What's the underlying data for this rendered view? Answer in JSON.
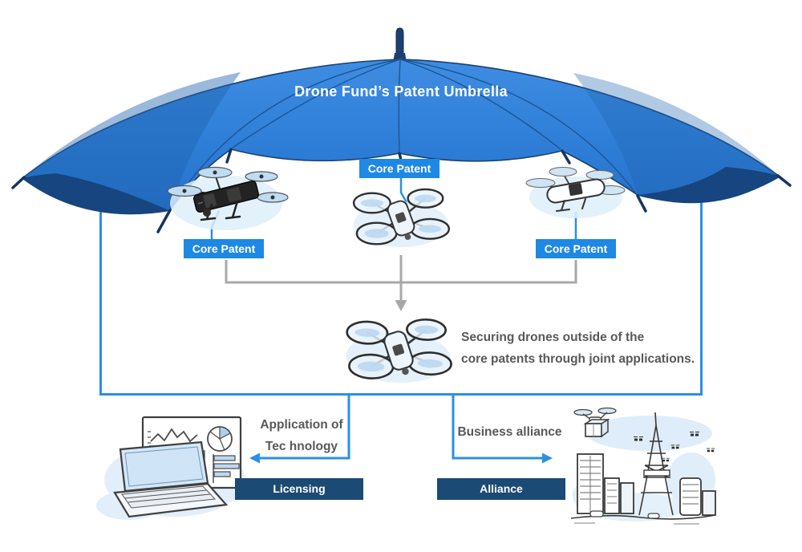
{
  "umbrella": {
    "title": "Drone Fund’s Patent Umbrella"
  },
  "core_patents": [
    {
      "label": "Core Patent"
    },
    {
      "label": "Core Patent"
    },
    {
      "label": "Core Patent"
    }
  ],
  "joint_note": {
    "line1": "Securing drones outside of the",
    "line2": "core patents through joint applications."
  },
  "licensing_path": {
    "caption_line1": "Application of",
    "caption_line2": "Tec hnology",
    "box_label": "Licensing"
  },
  "alliance_path": {
    "caption": "Business alliance",
    "box_label": "Alliance"
  },
  "illustrations": {
    "umbrella": "blue-umbrella-icon",
    "drone_left": "quadcopter-dark-icon",
    "drone_center": "quadcopter-caged-icon",
    "drone_right": "quadcopter-white-icon",
    "drone_joint": "quadcopter-caged-icon",
    "bottom_left": "laptop-analytics-icon",
    "bottom_right": "city-with-drones-icon"
  },
  "colors": {
    "umbrella_blue": "#2e7ed8",
    "label_blue": "#1e88e5",
    "navy_box": "#1b4a74",
    "arrow_blue": "#2a8fe8",
    "connector_gray": "#a8a8a8",
    "text_gray": "#58595b"
  }
}
